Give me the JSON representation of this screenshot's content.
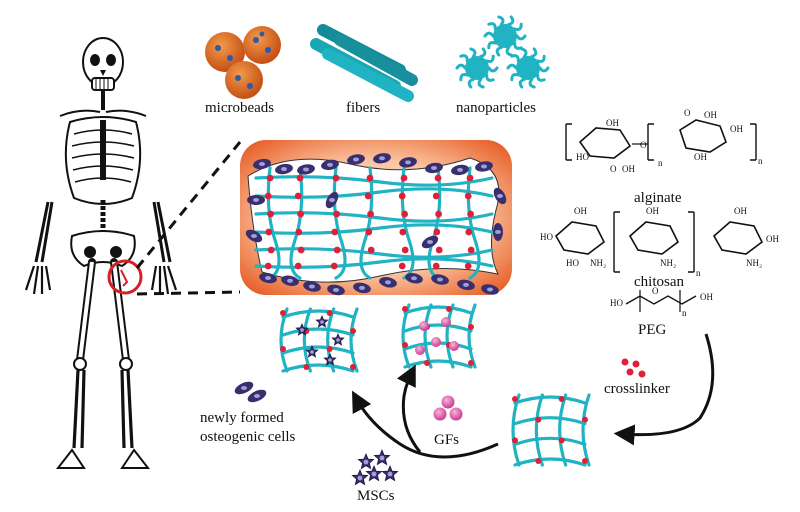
{
  "labels": {
    "microbeads": "microbeads",
    "fibers": "fibers",
    "nanoparticles": "nanoparticles",
    "alginate": "alginate",
    "chitosan": "chitosan",
    "peg": "PEG",
    "crosslinker": "crosslinker",
    "newly_formed_line1": "newly formed",
    "newly_formed_line2": "osteogenic cells",
    "gfs": "GFs",
    "mscs": "MSCs"
  },
  "chem_text": {
    "repeat_n": "n",
    "oh": "OH",
    "ho": "HO",
    "o": "O",
    "nh2": "NH₂"
  },
  "colors": {
    "fiber": "#1fb3c3",
    "crosslink": "#e0203a",
    "microbead": "#d96a25",
    "highlight_circle": "#d62028",
    "cell": "#3a2f6e",
    "growth_factor": "#d94aa0",
    "scaffold_gradient_edge": "#e8622c",
    "scaffold_gradient_center": "#fde2cf"
  },
  "icons": [
    "skeleton-figure",
    "microbead-icon",
    "fiber-bundle-icon",
    "nanoparticle-icon",
    "msc-cell-icon",
    "growth-factor-icon",
    "crosslinker-icon"
  ]
}
